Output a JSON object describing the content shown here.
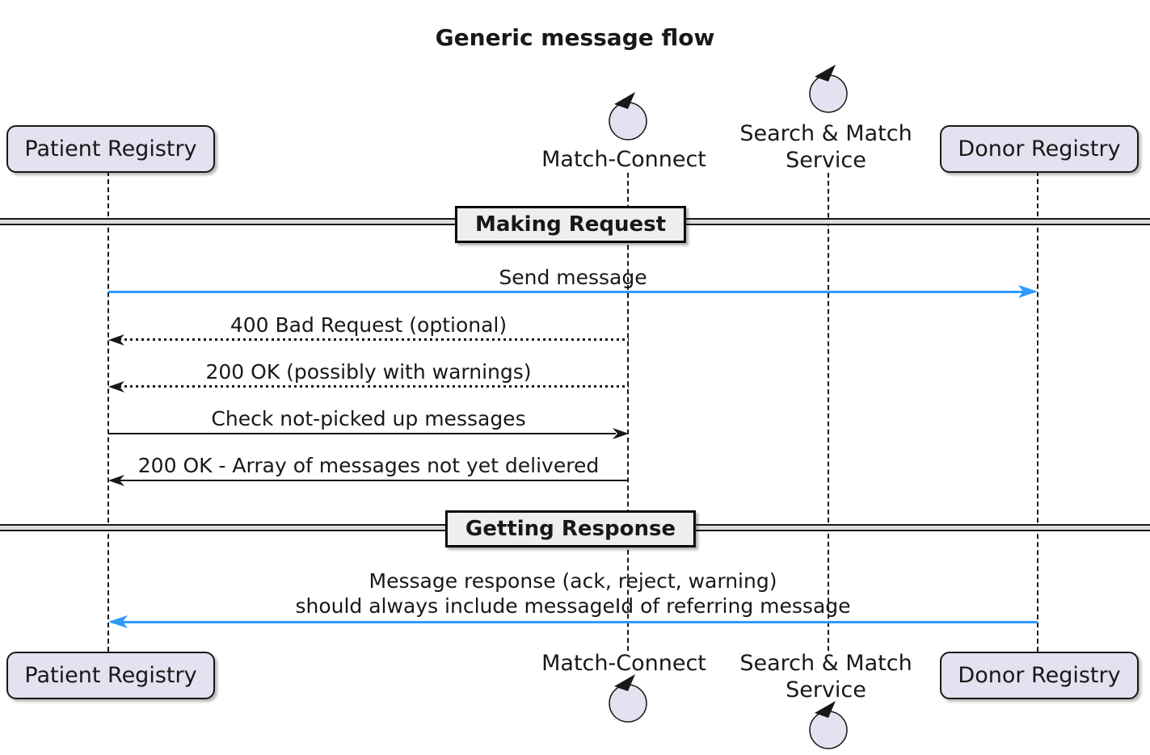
{
  "diagram": {
    "title": "Generic message flow",
    "type": "uml-sequence-diagram"
  },
  "participants": [
    {
      "label": "Patient Registry",
      "kind": "participant"
    },
    {
      "label": "Match-Connect",
      "kind": "control"
    },
    {
      "label": "Search & Match Service",
      "line1": "Search & Match",
      "line2": "Service",
      "kind": "control"
    },
    {
      "label": "Donor Registry",
      "kind": "participant"
    }
  ],
  "dividers": [
    {
      "label": "Making Request"
    },
    {
      "label": "Getting Response"
    }
  ],
  "messages": [
    {
      "label": "Send message",
      "from": "Patient Registry",
      "to": "Donor Registry",
      "line_style": "solid",
      "color": "#2E9AFE"
    },
    {
      "label": "400 Bad Request (optional)",
      "from": "Match-Connect",
      "to": "Patient Registry",
      "line_style": "dotted",
      "color": "#181818"
    },
    {
      "label": "200 OK (possibly with warnings)",
      "from": "Match-Connect",
      "to": "Patient Registry",
      "line_style": "dotted",
      "color": "#181818"
    },
    {
      "label": "Check not-picked up messages",
      "from": "Patient Registry",
      "to": "Match-Connect",
      "line_style": "solid",
      "color": "#181818"
    },
    {
      "label": "200 OK - Array of messages not yet delivered",
      "from": "Match-Connect",
      "to": "Patient Registry",
      "line_style": "solid",
      "color": "#181818"
    },
    {
      "label": "Message response (ack, reject, warning) should always include messageId of referring message",
      "line1": "Message response (ack, reject, warning)",
      "line2": "should always include messageId of referring message",
      "from": "Donor Registry",
      "to": "Patient Registry",
      "line_style": "solid",
      "color": "#2E9AFE"
    }
  ],
  "colors": {
    "participant_fill": "#E2E2F0",
    "participant_border": "#181818",
    "divider_fill": "#EEEEEE",
    "arrow_blue": "#2E9AFE",
    "arrow_black": "#181818"
  }
}
